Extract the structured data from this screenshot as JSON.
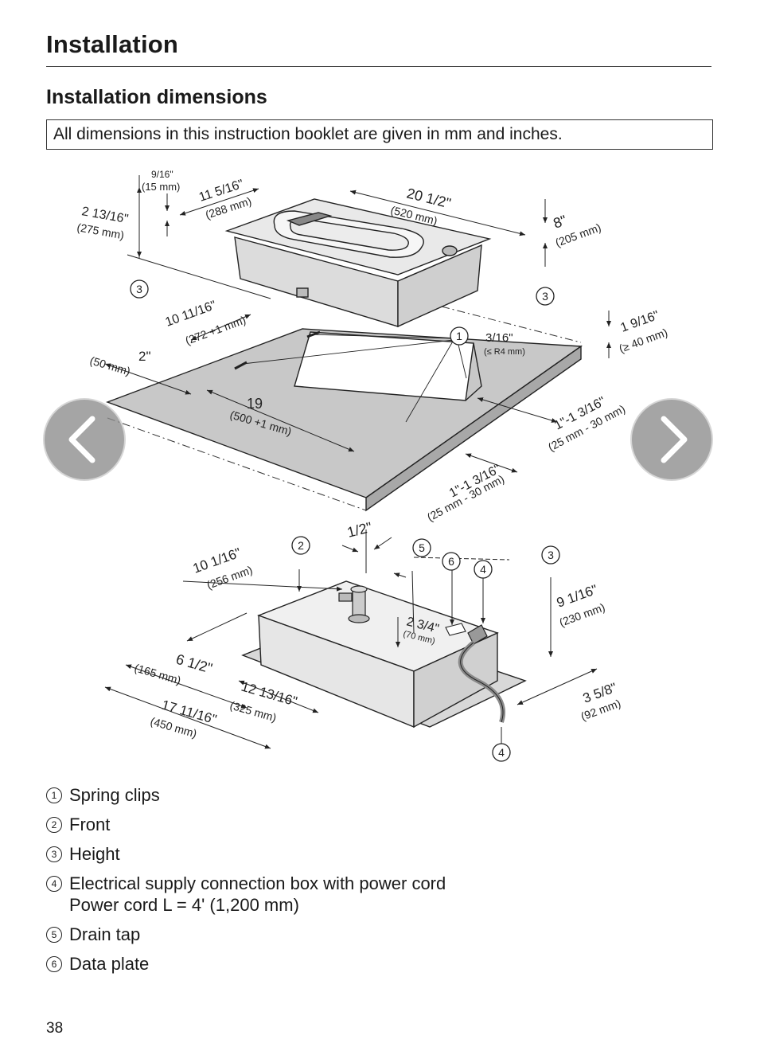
{
  "page": {
    "title": "Installation",
    "section_title": "Installation dimensions",
    "note": "All dimensions in this instruction booklet are given in mm and inches.",
    "page_number": "38"
  },
  "diagram": {
    "top": {
      "d_9_16_a": "9/16\"",
      "d_9_16_b": "(15 mm)",
      "d_11_5_16_a": "11 5/16\"",
      "d_11_5_16_b": "(288 mm)",
      "d_20_1_2_a": "20 1/2\"",
      "d_20_1_2_b": "(520 mm)",
      "d_2_13_16_a": "2 13/16\"",
      "d_2_13_16_b": "(275 mm)",
      "d_8_a": "8\"",
      "d_8_b": "(205 mm)",
      "d_10_11_16_a": "10 11/16\"",
      "d_10_11_16_b": "(272 +1 mm)",
      "d_3_16_a": "3/16\"",
      "d_3_16_b": "(≤ R4 mm)",
      "d_1_9_16_a": "1 9/16\"",
      "d_1_9_16_b": "(≥ 40 mm)",
      "d_2_a": "2\"",
      "d_2_b": "(50 mm)",
      "d_19_a": "19",
      "d_19_b": "(500 +1 mm)",
      "d_1_1_3_16_right_a": "1\"-1 3/16\"",
      "d_1_1_3_16_right_b": "(25 mm - 30 mm)",
      "d_1_1_3_16_low_a": "1\"-1 3/16\"",
      "d_1_1_3_16_low_b": "(25 mm - 30 mm)"
    },
    "bottom": {
      "d_1_2": "1/2\"",
      "d_10_1_16_a": "10 1/16\"",
      "d_10_1_16_b": "(256 mm)",
      "d_2_3_4_a": "2 3/4\"",
      "d_2_3_4_b": "(70 mm)",
      "d_9_1_16_a": "9 1/16\"",
      "d_9_1_16_b": "(230 mm)",
      "d_6_1_2_a": "6 1/2\"",
      "d_6_1_2_b": "(165 mm)",
      "d_12_13_16_a": "12 13/16\"",
      "d_12_13_16_b": "(325 mm)",
      "d_17_11_16_a": "17 11/16\"",
      "d_17_11_16_b": "(450 mm)",
      "d_3_5_8_a": "3 5/8\"",
      "d_3_5_8_b": "(92 mm)"
    },
    "callouts": {
      "c1": "1",
      "c2": "2",
      "c3": "3",
      "c4": "4",
      "c5": "5",
      "c6": "6"
    }
  },
  "legend": [
    {
      "num": "1",
      "text": "Spring clips",
      "sub": ""
    },
    {
      "num": "2",
      "text": "Front",
      "sub": ""
    },
    {
      "num": "3",
      "text": "Height",
      "sub": ""
    },
    {
      "num": "4",
      "text": "Electrical supply connection box with power cord",
      "sub": "Power cord L = 4' (1,200 mm)"
    },
    {
      "num": "5",
      "text": "Drain tap",
      "sub": ""
    },
    {
      "num": "6",
      "text": "Data plate",
      "sub": ""
    }
  ],
  "nav": {
    "prev_icon": "chevron-left-icon",
    "next_icon": "chevron-right-icon"
  },
  "colors": {
    "text": "#1a1a1a",
    "nav_button": "#8c8c8c",
    "counter_gray": "#bdbdbd",
    "cord": "#8a8a8a"
  }
}
